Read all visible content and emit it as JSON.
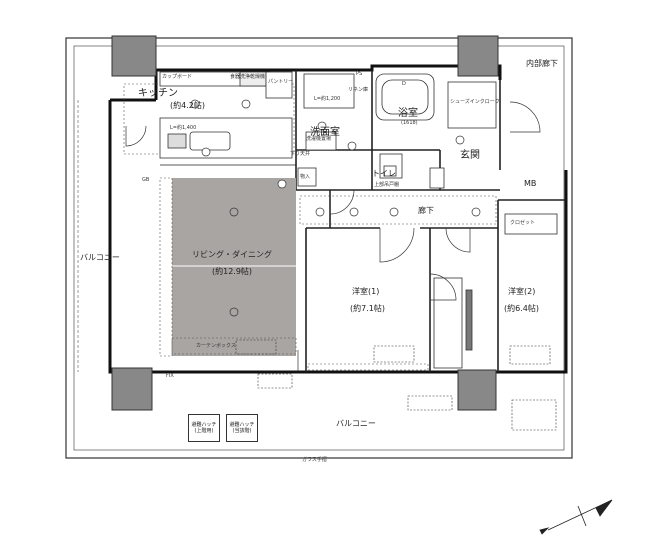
{
  "rooms": {
    "kitchen": "キッチン",
    "kitchen_size": "(約4.2帖)",
    "living": "リビング・ダイニング",
    "living_size": "(約12.9帖)",
    "bath": "浴室",
    "bath_size": "(1618)",
    "washroom": "洗面室",
    "toilet": "トイレ",
    "entrance": "玄関",
    "corridor": "廊下",
    "inner_corridor": "内部廊下",
    "bedroom1": "洋室(1)",
    "bedroom1_size": "(約7.1帖)",
    "bedroom2": "洋室(2)",
    "bedroom2_size": "(約6.4帖)",
    "balcony_left": "バルコニー",
    "balcony_bottom": "バルコニー",
    "mb": "MB"
  },
  "labels": {
    "lower_ceiling": "下り天井",
    "cupboard": "カップボード",
    "dishwasher": "食器洗浄乾燥機",
    "pantry": "パントリー",
    "ps": "PS",
    "linen": "リネン庫",
    "washer": "洗濯機置場",
    "storage": "物入",
    "upper_cabinet": "上部吊戸棚",
    "shoes_in_closet": "シューズインクローク",
    "closet": "クロゼット",
    "curtain_box": "カーテンボックス",
    "fix": "FIX",
    "glass_rail": "ガラス手摺",
    "evac_hatch_up": "避難ハッチ(上階用)",
    "evac_hatch_down": "避難ハッチ(当該階)",
    "beam_height_1": "L=約1,400",
    "beam_height_2": "L=約1,200",
    "hole": "D",
    "gb": "GB"
  }
}
